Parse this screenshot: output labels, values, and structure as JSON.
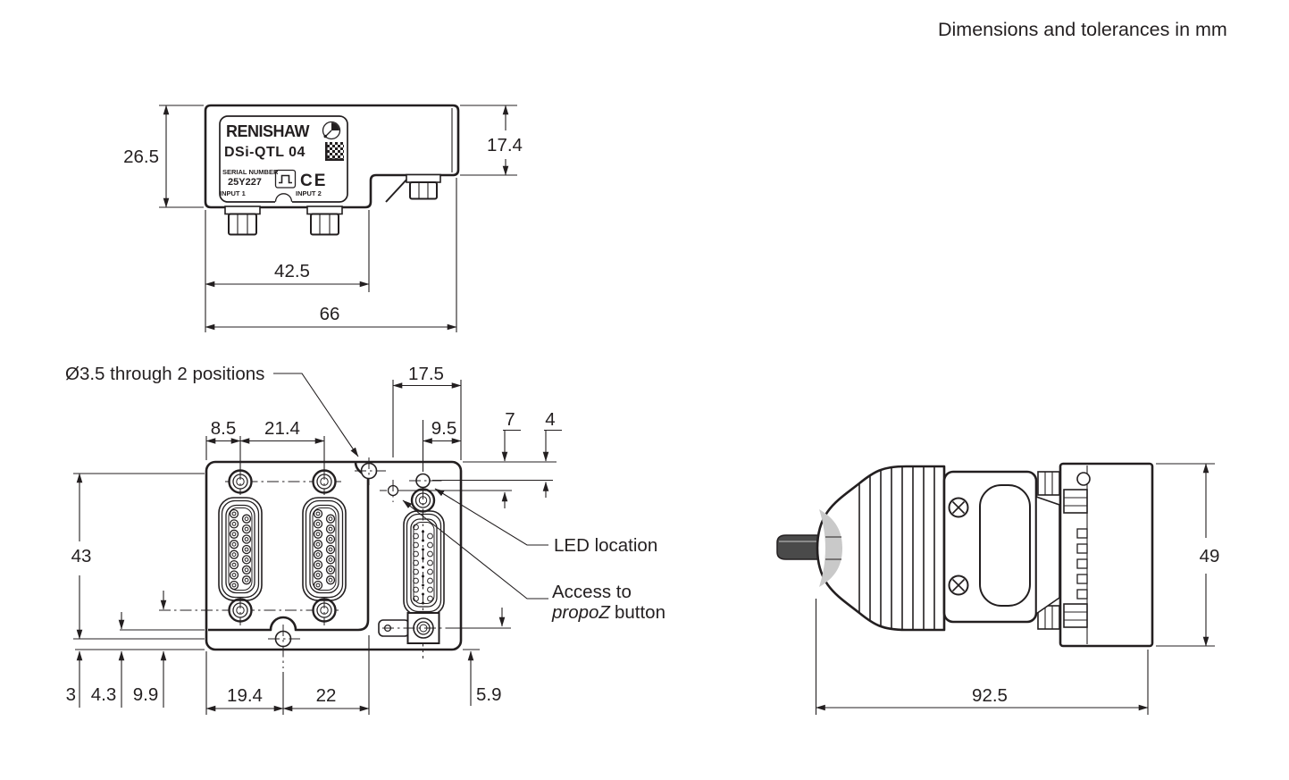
{
  "note": "Dimensions and tolerances in mm",
  "side_view": {
    "label": {
      "brand": "RENISHAW",
      "model": "DSi-QTL 04",
      "serial_caption": "SERIAL NUMBER",
      "serial_number": "25Y227",
      "input1": "INPUT 1",
      "input2": "INPUT 2",
      "ce_mark": "CE"
    },
    "dims": {
      "body_height": "26.5",
      "step_height": "17.4",
      "step_offset": "42.5",
      "body_width": "66"
    }
  },
  "top_view": {
    "callouts": {
      "holes": "Ø3.5 through 2 positions",
      "led": "LED location",
      "access_line1": "Access to",
      "access_italic": "propoZ",
      "access_rest": "button"
    },
    "dims": {
      "edge_to_conn1": "8.5",
      "conn1_to_conn2": "21.4",
      "button_to_edge": "17.5",
      "led_to_edge": "9.5",
      "top_to_button": "7",
      "top_to_led": "4",
      "hole_pitch": "43",
      "hole_to_bottom": "3",
      "plate_to_bottom": "4.3",
      "jack_to_bottom": "9.9",
      "edge_to_hole": "19.4",
      "hole_to_notch": "22",
      "jack2_to_bottom": "5.9"
    }
  },
  "connector_view": {
    "dims": {
      "height": "49",
      "length": "92.5"
    }
  },
  "colors": {
    "ink": "#231f20",
    "led_fill": "#b3b3b3",
    "cable_fill": "#4a4a4a",
    "boot_shade": "#c9c9c9"
  }
}
